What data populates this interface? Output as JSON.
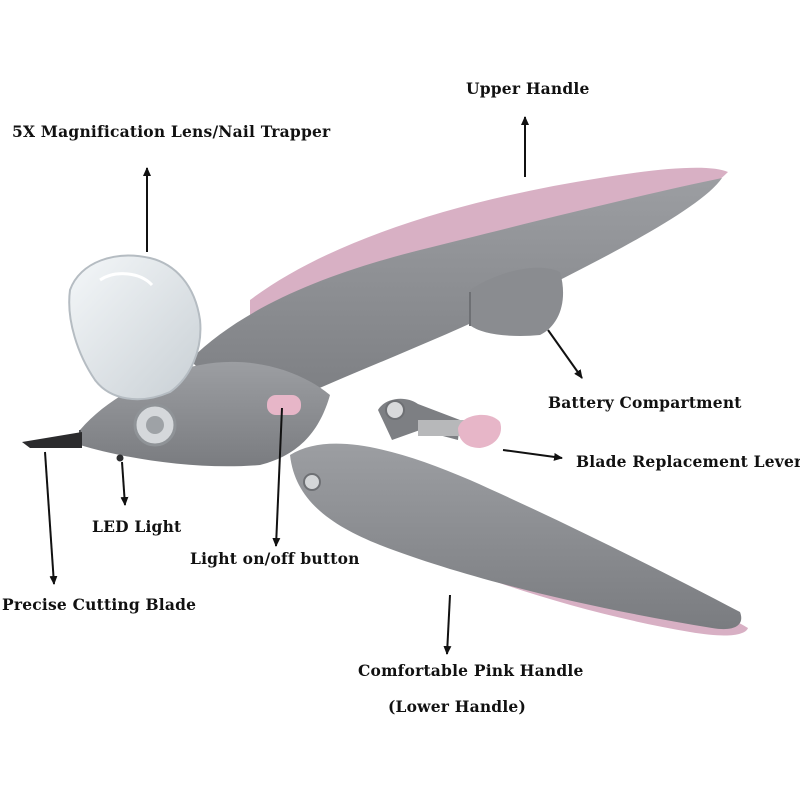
{
  "labels": {
    "upper_handle": "Upper Handle",
    "lens": "5X Magnification Lens/Nail Trapper",
    "battery": "Battery Compartment",
    "blade_lever": "Blade Replacement Lever",
    "led": "LED Light",
    "button": "Light on/off button",
    "blade": "Precise Cutting Blade",
    "pink_handle": "Comfortable Pink Handle",
    "lower_handle": "(Lower Handle)"
  },
  "colors": {
    "body_gray": "#8e9094",
    "body_dark": "#6e7074",
    "pink_grip": "#d8b0c4",
    "button_pink": "#e7b6c8",
    "lens_clear": "#e6ebee",
    "arrow": "#111111"
  }
}
